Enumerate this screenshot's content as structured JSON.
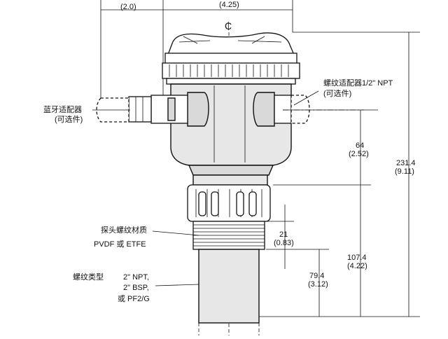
{
  "top_dims": {
    "left": "(2.0)",
    "center": "(4.25)"
  },
  "centerline": "₵",
  "labels": {
    "bt_adapter_line1": "蓝牙适配器",
    "bt_adapter_line2": "(可选件)",
    "thread_adapter_line1": "螺纹适配器1/2\" NPT",
    "thread_adapter_line2": "(可选件)",
    "probe_material_line1": "探头螺纹材质",
    "probe_material_line2": "PVDF 或 ETFE",
    "thread_type_title": "螺纹类型",
    "thread_type_line1": "2\" NPT,",
    "thread_type_line2": "2\" BSP,",
    "thread_type_line3": "或 PF2/G"
  },
  "dimensions": [
    {
      "mm": "64",
      "in": "(2.52)"
    },
    {
      "mm": "231.4",
      "in": "(9.11)"
    },
    {
      "mm": "21",
      "in": "(0.83)"
    },
    {
      "mm": "107.4",
      "in": "(4.22)"
    },
    {
      "mm": "79.4",
      "in": "(3.12)"
    }
  ]
}
